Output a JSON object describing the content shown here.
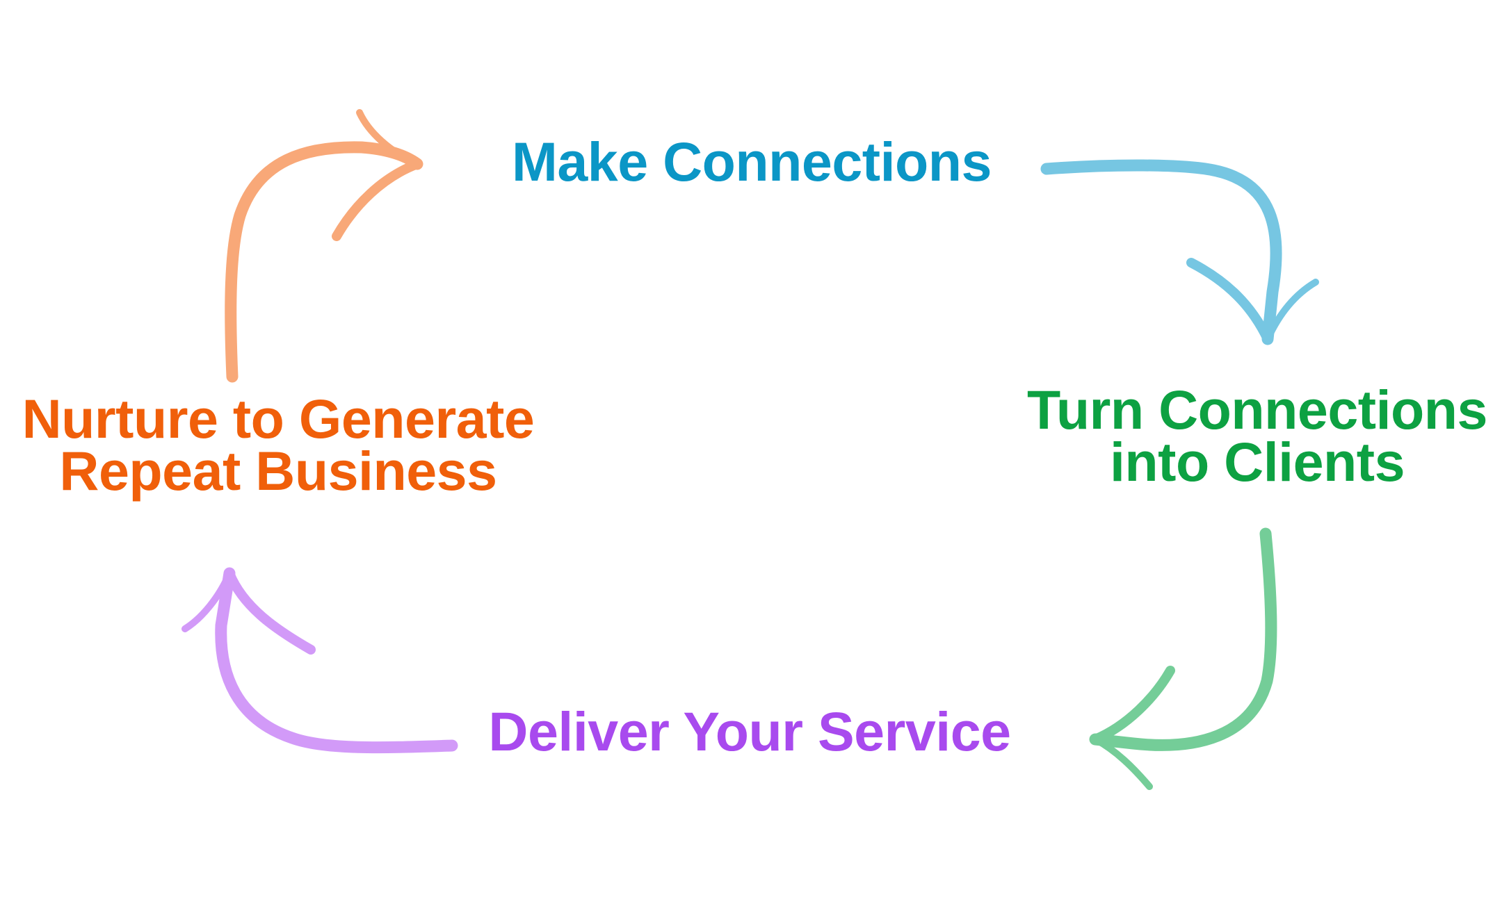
{
  "diagram": {
    "type": "cycle",
    "stages": [
      {
        "id": "make",
        "lines": [
          "Make Connections"
        ],
        "color": "#0B96C6",
        "arrow_color": "#76C6E2",
        "next": "turn"
      },
      {
        "id": "turn",
        "lines": [
          "Turn Connections",
          "into Clients"
        ],
        "color": "#0DA142",
        "arrow_color": "#74CD98",
        "next": "deliver"
      },
      {
        "id": "deliver",
        "lines": [
          "Deliver Your Service"
        ],
        "color": "#A84AEE",
        "arrow_color": "#D29AF8",
        "next": "nurture"
      },
      {
        "id": "nurture",
        "lines": [
          "Nurture to Generate",
          "Repeat Business"
        ],
        "color": "#F05F0A",
        "arrow_color": "#F8A878",
        "next": "make"
      }
    ],
    "arrows": [
      {
        "from": "make",
        "to": "turn",
        "icon": "curved-arrow-down-right",
        "color": "#76C6E2"
      },
      {
        "from": "turn",
        "to": "deliver",
        "icon": "curved-arrow-down-left",
        "color": "#74CD98"
      },
      {
        "from": "deliver",
        "to": "nurture",
        "icon": "curved-arrow-up-left",
        "color": "#D29AF8"
      },
      {
        "from": "nurture",
        "to": "make",
        "icon": "curved-arrow-up-right",
        "color": "#F8A878"
      }
    ]
  }
}
